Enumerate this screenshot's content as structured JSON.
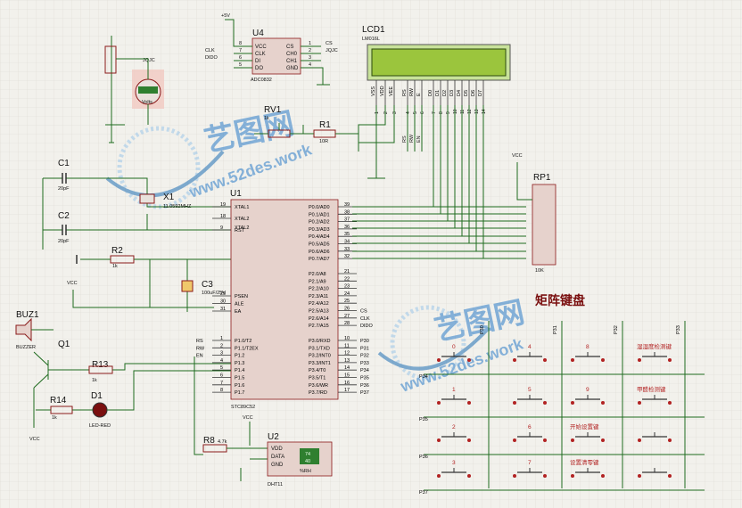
{
  "components": {
    "u4": {
      "ref": "U4",
      "part": "ADC0832",
      "pins_left": [
        "VCC",
        "CLK",
        "DI",
        "DO"
      ],
      "pins_left_nums": [
        "8",
        "7",
        "6",
        "5"
      ],
      "pins_right": [
        "CS",
        "CH0",
        "CH1",
        "GND"
      ],
      "pins_right_nums": [
        "1",
        "2",
        "3",
        "4"
      ],
      "net_left": [
        "CLK",
        "DIDO"
      ],
      "net_right": [
        "CS",
        "JQJC"
      ],
      "supply": "+5V"
    },
    "lcd1": {
      "ref": "LCD1",
      "part": "LM016L",
      "pins": [
        "VSS",
        "VDD",
        "VEE",
        "RS",
        "RW",
        "E",
        "D0",
        "D1",
        "D2",
        "D3",
        "D4",
        "D5",
        "D6",
        "D7"
      ],
      "nums": [
        "1",
        "2",
        "3",
        "4",
        "5",
        "6",
        "7",
        "8",
        "9",
        "10",
        "11",
        "12",
        "13",
        "14"
      ]
    },
    "rv1": {
      "ref": "RV1",
      "val": "1k"
    },
    "r1": {
      "ref": "R1",
      "val": "10R"
    },
    "x1": {
      "ref": "X1",
      "val": "11.0592MHZ"
    },
    "c1": {
      "ref": "C1",
      "val": "20pF"
    },
    "c2": {
      "ref": "C2",
      "val": "20pF"
    },
    "c3": {
      "ref": "C3",
      "val": "100uF/25V"
    },
    "r2": {
      "ref": "R2",
      "val": "1k"
    },
    "r13": {
      "ref": "R13",
      "val": "1k"
    },
    "r14": {
      "ref": "R14",
      "val": "1k"
    },
    "r8": {
      "ref": "R8",
      "val": "4.7k"
    },
    "rp1": {
      "ref": "RP1",
      "val": "10K"
    },
    "d1": {
      "ref": "D1",
      "val": "LED-RED"
    },
    "q1": {
      "ref": "Q1"
    },
    "buz1": {
      "ref": "BUZ1",
      "val": "BUZZER"
    },
    "u2": {
      "ref": "U2",
      "part": "DHT11",
      "pins": [
        "VDD",
        "DATA",
        "GND"
      ],
      "readout_top": "74",
      "readout_bot": "40",
      "unit": "%RH"
    },
    "voltmeter": {
      "net": "JQJC",
      "reading": "",
      "unit": "Volts"
    },
    "u1": {
      "ref": "U1",
      "part": "STC89C52",
      "left_top": [
        [
          "XTAL1",
          "19"
        ],
        [
          "XTAL2",
          "18"
        ],
        [
          "RST",
          "9"
        ]
      ],
      "left_mid": [
        [
          "PSEN",
          "29"
        ],
        [
          "ALE",
          "30"
        ],
        [
          "EA",
          "31"
        ]
      ],
      "left_bot": [
        [
          "P1.0/T2",
          "1"
        ],
        [
          "P1.1/T2EX",
          "2"
        ],
        [
          "P1.2",
          "3"
        ],
        [
          "P1.3",
          "4"
        ],
        [
          "P1.4",
          "5"
        ],
        [
          "P1.5",
          "6"
        ],
        [
          "P1.6",
          "7"
        ],
        [
          "P1.7",
          "8"
        ]
      ],
      "right_p0": [
        [
          "P0.0/AD0",
          "39"
        ],
        [
          "P0.1/AD1",
          "38"
        ],
        [
          "P0.2/AD2",
          "37"
        ],
        [
          "P0.3/AD3",
          "36"
        ],
        [
          "P0.4/AD4",
          "35"
        ],
        [
          "P0.5/AD5",
          "34"
        ],
        [
          "P0.6/AD6",
          "33"
        ],
        [
          "P0.7/AD7",
          "32"
        ]
      ],
      "right_p2": [
        [
          "P2.0/A8",
          "21"
        ],
        [
          "P2.1/A9",
          "22"
        ],
        [
          "P2.2/A10",
          "23"
        ],
        [
          "P2.3/A11",
          "24"
        ],
        [
          "P2.4/A12",
          "25"
        ],
        [
          "P2.5/A13",
          "26"
        ],
        [
          "P2.6/A14",
          "27"
        ],
        [
          "P2.7/A15",
          "28"
        ]
      ],
      "right_p3": [
        [
          "P3.0/RXD",
          "10"
        ],
        [
          "P3.1/TXD",
          "11"
        ],
        [
          "P3.2/INT0",
          "12"
        ],
        [
          "P3.3/INT1",
          "13"
        ],
        [
          "P3.4/T0",
          "14"
        ],
        [
          "P3.5/T1",
          "15"
        ],
        [
          "P3.6/WR",
          "16"
        ],
        [
          "P3.7/RD",
          "17"
        ]
      ],
      "p1_nets": [
        "RS",
        "RW",
        "EN"
      ],
      "p2_nets": [
        "CS",
        "CLK",
        "DIDO"
      ],
      "p3_nets": [
        "P30",
        "P31",
        "P32",
        "P33",
        "P34",
        "P35",
        "P36",
        "P37"
      ]
    },
    "vcc_labels": [
      "VCC",
      "VCC",
      "VCC",
      "VCC"
    ],
    "lcd_nets": [
      "RS",
      "RW",
      "EN"
    ]
  },
  "keypad": {
    "title": "矩阵键盘",
    "keys": [
      "0",
      "4",
      "8",
      "湿湿度检测键",
      "1",
      "5",
      "9",
      "甲醛检测键",
      "2",
      "6",
      "开始设置键",
      "",
      "3",
      "7",
      "设置清零键",
      ""
    ],
    "col_labels": [
      "P30",
      "P31",
      "P32",
      "P33"
    ],
    "row_labels": [
      "P34",
      "P35",
      "P36",
      "P37"
    ]
  },
  "watermark": {
    "brand": "艺图网",
    "site": "www.52des.work"
  }
}
